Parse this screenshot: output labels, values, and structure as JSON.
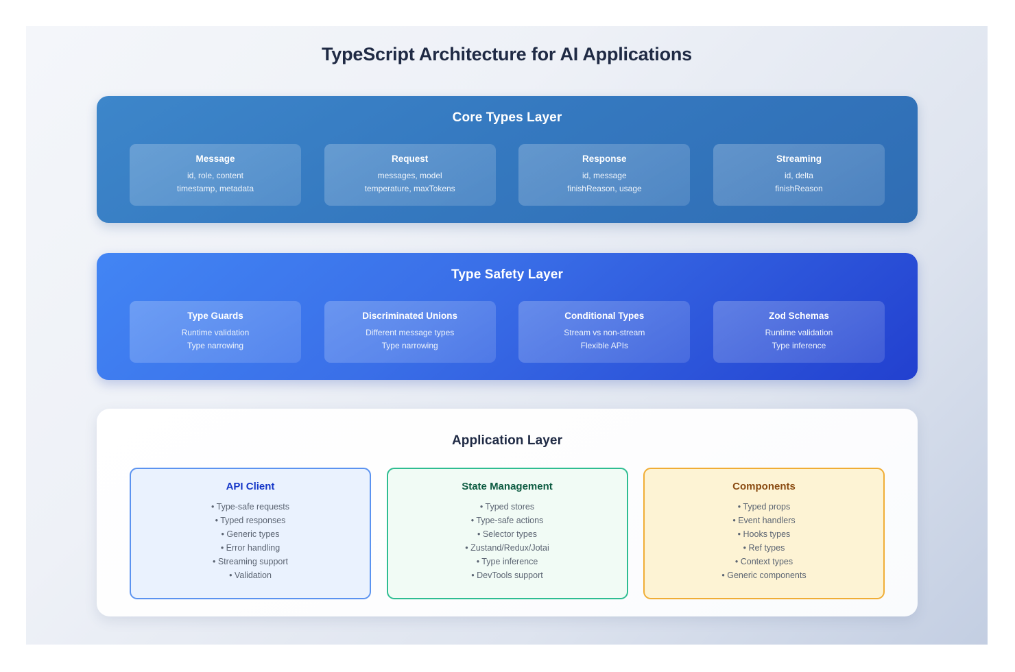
{
  "page": {
    "title": "TypeScript Architecture for AI Applications"
  },
  "layers": [
    {
      "id": "core-types-layer",
      "heading": "Core Types Layer",
      "cards": [
        {
          "title": "Message",
          "lines": [
            "id, role, content",
            "timestamp, metadata"
          ]
        },
        {
          "title": "Request",
          "lines": [
            "messages, model",
            "temperature, maxTokens"
          ]
        },
        {
          "title": "Response",
          "lines": [
            "id, message",
            "finishReason, usage"
          ]
        },
        {
          "title": "Streaming",
          "lines": [
            "id, delta",
            "finishReason"
          ]
        }
      ]
    },
    {
      "id": "type-safety-layer",
      "heading": "Type Safety Layer",
      "cards": [
        {
          "title": "Type Guards",
          "lines": [
            "Runtime validation",
            "Type narrowing"
          ]
        },
        {
          "title": "Discriminated Unions",
          "lines": [
            "Different message types",
            "Type narrowing"
          ]
        },
        {
          "title": "Conditional Types",
          "lines": [
            "Stream vs non-stream",
            "Flexible APIs"
          ]
        },
        {
          "title": "Zod Schemas",
          "lines": [
            "Runtime validation",
            "Type inference"
          ]
        }
      ]
    }
  ],
  "application_layer": {
    "heading": "Application Layer",
    "cards": [
      {
        "title": "API Client",
        "accent": "#1436c8",
        "border": "#5b93f0",
        "background": "#eaf2fe",
        "bullets": [
          "• Type-safe requests",
          "• Typed responses",
          "• Generic types",
          "• Error handling",
          "• Streaming support",
          "• Validation"
        ]
      },
      {
        "title": "State Management",
        "accent": "#0e5c42",
        "border": "#2ebd91",
        "background": "#f1fbf5",
        "bullets": [
          "• Typed stores",
          "• Type-safe actions",
          "• Selector types",
          "• Zustand/Redux/Jotai",
          "• Type inference",
          "• DevTools support"
        ]
      },
      {
        "title": "Components",
        "accent": "#8a4b12",
        "border": "#f0ad35",
        "background": "#fdf3d4",
        "bullets": [
          "• Typed props",
          "• Event handlers",
          "• Hooks types",
          "• Ref types",
          "• Context types",
          "• Generic components"
        ]
      }
    ]
  }
}
